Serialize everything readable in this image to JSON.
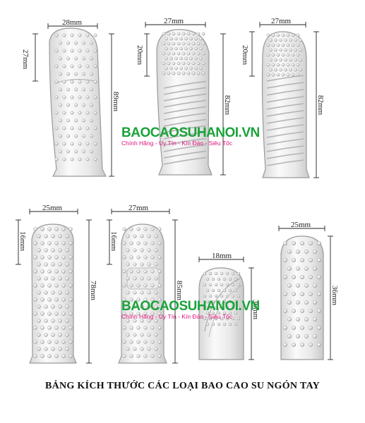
{
  "colors": {
    "caption": "#111111",
    "watermark_green": "#1aa33a",
    "watermark_pink": "#e0117a",
    "sleeve_outline": "#9a9a9a",
    "sleeve_fill": "#f4f4f4"
  },
  "products": [
    {
      "id": "p1",
      "width_label": "28mm",
      "tip_label": "27mm",
      "length_label": "89mm"
    },
    {
      "id": "p2",
      "width_label": "27mm",
      "tip_label": "20mm",
      "length_label": "82mm"
    },
    {
      "id": "p3",
      "width_label": "27mm",
      "tip_label": "20mm",
      "length_label": "82mm"
    },
    {
      "id": "p4",
      "width_label": "25mm",
      "tip_label": "16mm",
      "length_label": "78mm"
    },
    {
      "id": "p5",
      "width_label": "27mm",
      "tip_label": "16mm",
      "length_label": "85mm"
    },
    {
      "id": "p6",
      "width_label": "18mm",
      "length_label": "36mm"
    },
    {
      "id": "p7",
      "width_label": "25mm",
      "length_label": "36mm"
    }
  ],
  "watermarks": [
    {
      "brand": "BAOCAOSUHANOI.VN",
      "tagline": "Chính Hãng - Uy Tín - Kín Đáo - Siêu Tốc"
    },
    {
      "brand": "BAOCAOSUHANOI.VN",
      "tagline": "Chính Hãng - Uy Tín - Kín Đáo - Siêu Tốc"
    }
  ],
  "caption": "BẢNG KÍCH THƯỚC CÁC LOẠI BAO CAO SU NGÓN TAY"
}
